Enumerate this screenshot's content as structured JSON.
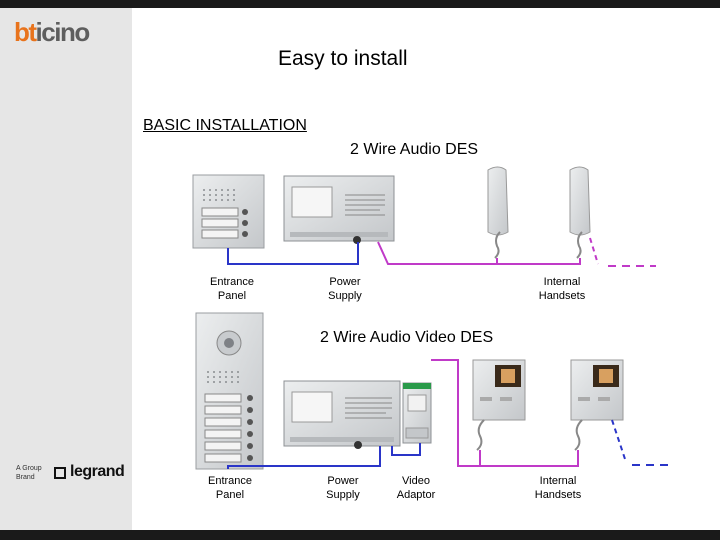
{
  "brand": {
    "logo_text": "bticino",
    "group_text": "A Group Brand",
    "legrand_text": "legrand"
  },
  "title": "Easy to install",
  "section_heading": "BASIC INSTALLATION",
  "systems": [
    {
      "heading": "2 Wire Audio DES",
      "labels": {
        "entrance_panel": "Entrance\nPanel",
        "power_supply": "Power\nSupply",
        "internal_handsets": "Internal\nHandsets"
      }
    },
    {
      "heading": "2 Wire Audio Video DES",
      "labels": {
        "entrance_panel": "Entrance\nPanel",
        "power_supply": "Power\nSupply",
        "video_adaptor": "Video\nAdaptor",
        "internal_handsets": "Internal\nHandsets"
      }
    }
  ],
  "colors": {
    "wire_blue": "#2a35c8",
    "wire_magenta": "#c03ac8",
    "device_grey": "#d8dadc",
    "accent_orange": "#e8731c"
  }
}
